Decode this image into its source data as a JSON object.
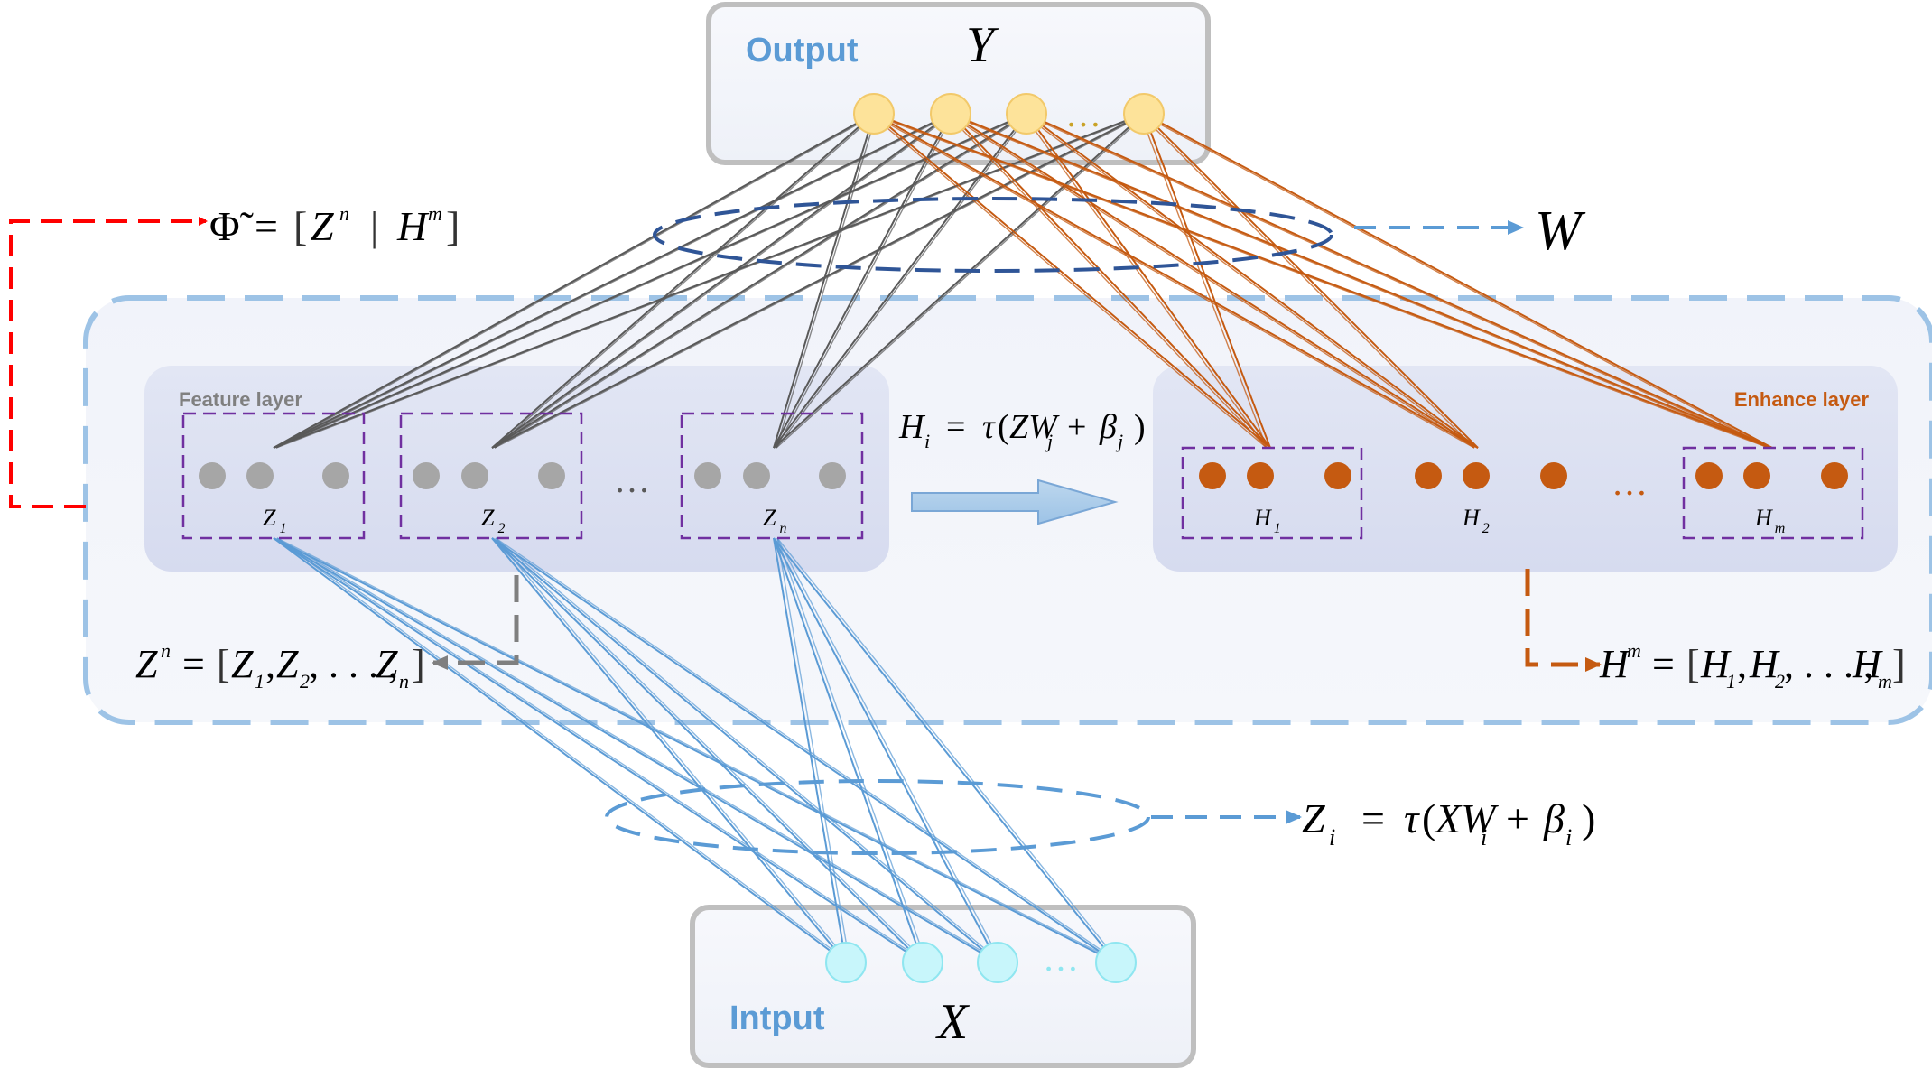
{
  "output_box": {
    "label": "Output",
    "symbol": "Y",
    "ellipsis": "…"
  },
  "input_box": {
    "label": "Intput",
    "symbol": "X",
    "ellipsis": "…"
  },
  "weights_symbol": "W",
  "phi_formula": {
    "phi": "Φ̃",
    "eq": "=",
    "open": "[",
    "z": "Z",
    "z_sup": "n",
    "sep": "|",
    "h": "H",
    "h_sup": "m",
    "close": "]"
  },
  "feature_layer": {
    "title": "Feature layer",
    "groups": [
      {
        "base": "Z",
        "sub": "1"
      },
      {
        "base": "Z",
        "sub": "2"
      },
      {
        "base": "Z",
        "sub": "n"
      }
    ],
    "ellipsis": "…"
  },
  "enhance_layer": {
    "title": "Enhance layer",
    "groups": [
      {
        "base": "H",
        "sub": "1"
      },
      {
        "base": "H",
        "sub": "2"
      },
      {
        "base": "H",
        "sub": "m"
      }
    ],
    "ellipsis": "…"
  },
  "h_formula": {
    "lhs": "H",
    "lhs_sub": "i",
    "eq": "=",
    "tau": "τ",
    "open": "(",
    "zw": "ZW",
    "zw_sub": "j",
    "plus": "+",
    "beta": "β",
    "beta_sub": "j",
    "close": ")"
  },
  "z_formula": {
    "lhs": "Z",
    "lhs_sub": "i",
    "eq": "=",
    "tau": "τ",
    "open": "(",
    "xw": "XW",
    "xw_sub": "i",
    "plus": "+",
    "beta": "β",
    "beta_sub": "i",
    "close": ")"
  },
  "zn_formula": {
    "lhs": "Z",
    "lhs_sup": "n",
    "eq": "=",
    "open": "[",
    "z1": "Z",
    "s1": "1",
    "z2": "Z",
    "s2": "2",
    "dots": ", . . . ,",
    "zn": "Z",
    "sn": "n",
    "close": "]",
    "comma": ","
  },
  "hm_formula": {
    "lhs": "H",
    "lhs_sup": "m",
    "eq": "=",
    "open": "[",
    "h1": "H",
    "s1": "1",
    "h2": "H",
    "s2": "2",
    "dots": ", . . . ,",
    "hm": "H",
    "sm": "m",
    "close": "]",
    "comma": ","
  },
  "colors": {
    "output_node": "#fde39a",
    "output_node_stroke": "#f2c96a",
    "input_node": "#c8f6fb",
    "input_node_stroke": "#8fe6f0",
    "feature_node": "#a6a6a6",
    "enhance_node": "#c55a11",
    "gray_line": "#595959",
    "orange_line": "#c55a11",
    "blue_line": "#5b9bd5",
    "red_dash": "#ff0000",
    "navy_dash": "#2f5597",
    "outer_dash": "#9dc3e6",
    "group_dash": "#7030a0",
    "label_blue": "#5b9bd5",
    "label_gray": "#808080",
    "label_orange": "#c55a11"
  }
}
